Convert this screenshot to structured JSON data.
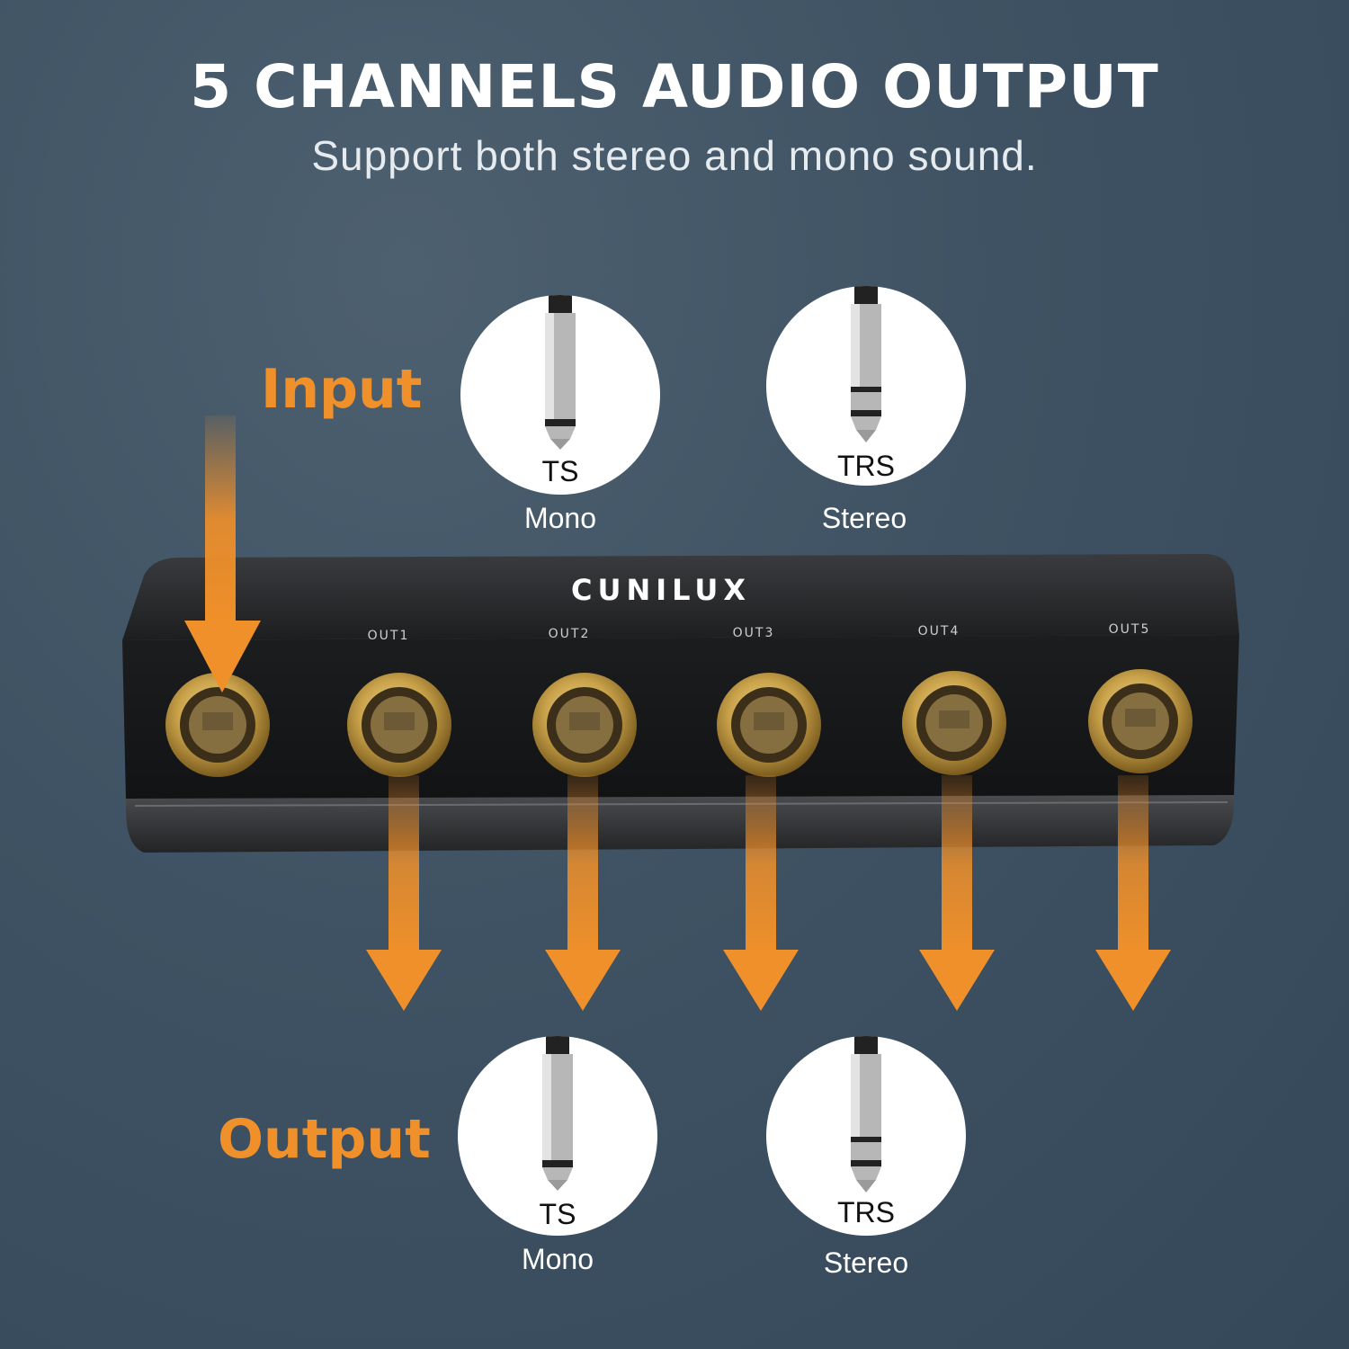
{
  "headline": "5 CHANNELS AUDIO OUTPUT",
  "subhead": "Support both stereo and mono sound.",
  "labels": {
    "input": "Input",
    "output": "Output"
  },
  "brand": "CUNILUX",
  "ports": [
    "OUT1",
    "OUT2",
    "OUT3",
    "OUT4",
    "OUT5"
  ],
  "input_plugs": [
    {
      "type": "TS",
      "mode": "Mono"
    },
    {
      "type": "TRS",
      "mode": "Stereo"
    }
  ],
  "output_plugs": [
    {
      "type": "TS",
      "mode": "Mono"
    },
    {
      "type": "TRS",
      "mode": "Stereo"
    }
  ],
  "colors": {
    "accent": "#f0902a",
    "device": "#1f1f21",
    "gold": "#c9a24a"
  }
}
